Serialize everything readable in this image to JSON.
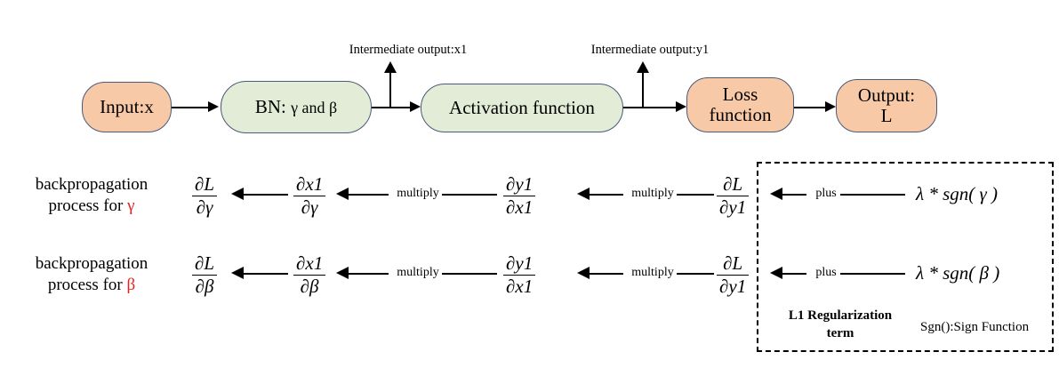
{
  "diagram": {
    "title": "BN backpropagation with L1 regularization",
    "colors": {
      "peach_fill": "#f7c9a6",
      "green_fill": "#e3ecd6",
      "node_border": "#4a5a78",
      "greek_highlight": "#e8201c",
      "line": "#000000"
    }
  },
  "forward_nodes": [
    {
      "id": "input",
      "label": "Input:x",
      "fill": "peach"
    },
    {
      "id": "bn",
      "label": "BN: γ and β",
      "fill": "green"
    },
    {
      "id": "activation",
      "label": "Activation function",
      "fill": "green"
    },
    {
      "id": "loss",
      "label": "Loss function",
      "fill": "peach"
    },
    {
      "id": "output",
      "label": "Output: L",
      "fill": "peach"
    }
  ],
  "forward_node_text": {
    "input": "Input:x",
    "bn_prefix": "BN: ",
    "bn_params": "γ and β",
    "activation": "Activation function",
    "loss_line1": "Loss",
    "loss_line2": "function",
    "output_line1": "Output:",
    "output_line2": "L"
  },
  "intermediate_outputs": [
    {
      "id": "x1",
      "label": "Intermediate output:x1"
    },
    {
      "id": "y1",
      "label": "Intermediate output:y1"
    }
  ],
  "backprop_rows": [
    {
      "id": "gamma",
      "process_line1": "backpropagation",
      "process_line2_prefix": "process for ",
      "process_param": "γ",
      "terms": [
        {
          "num": "∂L",
          "den": "∂γ"
        },
        {
          "num": "∂x1",
          "den": "∂γ"
        },
        {
          "num": "∂y1",
          "den": "∂x1"
        },
        {
          "num": "∂L",
          "den": "∂y1"
        }
      ],
      "edge_labels": [
        "multiply",
        "multiply",
        "plus"
      ],
      "regularization_expr": "λ * sgn( γ )"
    },
    {
      "id": "beta",
      "process_line1": "backpropagation",
      "process_line2_prefix": "process for ",
      "process_param": "β",
      "terms": [
        {
          "num": "∂L",
          "den": "∂β"
        },
        {
          "num": "∂x1",
          "den": "∂β"
        },
        {
          "num": "∂y1",
          "den": "∂x1"
        },
        {
          "num": "∂L",
          "den": "∂y1"
        }
      ],
      "edge_labels": [
        "multiply",
        "multiply",
        "plus"
      ],
      "regularization_expr": "λ * sgn( β )"
    }
  ],
  "regularization_box": {
    "title_line1": "L1 Regularization",
    "title_line2": "term",
    "note": "Sgn():Sign Function"
  }
}
